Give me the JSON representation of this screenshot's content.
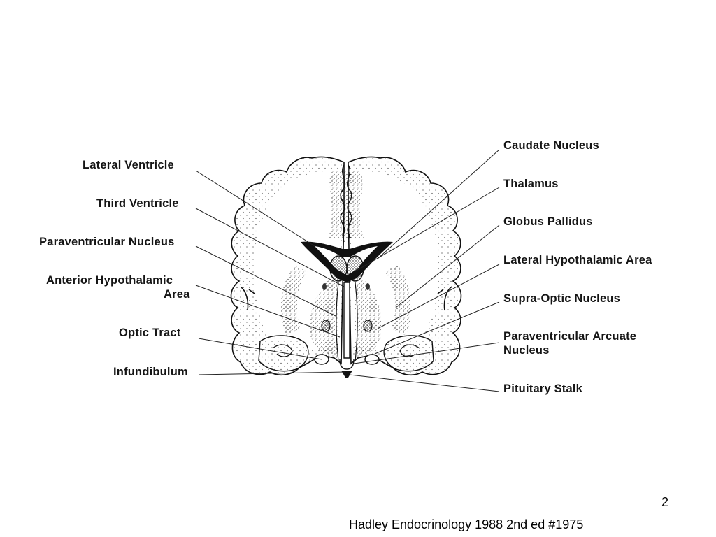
{
  "labels_left": {
    "lateral_ventricle": "Lateral Ventricle",
    "third_ventricle": "Third Ventricle",
    "paraventricular_nucleus": "Paraventricular Nucleus",
    "anterior_hypothalamic_line1": "Anterior Hypothalamic",
    "anterior_hypothalamic_line2": "Area",
    "optic_tract": "Optic Tract",
    "infundibulum": "Infundibulum"
  },
  "labels_right": {
    "caudate_nucleus": "Caudate Nucleus",
    "thalamus": "Thalamus",
    "globus_pallidus": "Globus Pallidus",
    "lateral_hypothalamic_area": "Lateral Hypothalamic Area",
    "supra_optic_nucleus": "Supra-Optic Nucleus",
    "paraventricular_arcuate_line1": "Paraventricular Arcuate",
    "paraventricular_arcuate_line2": "Nucleus",
    "pituitary_stalk": "Pituitary Stalk"
  },
  "footer": {
    "page_number": "2",
    "citation": "Hadley Endocrinology 1988 2nd ed #1975"
  }
}
